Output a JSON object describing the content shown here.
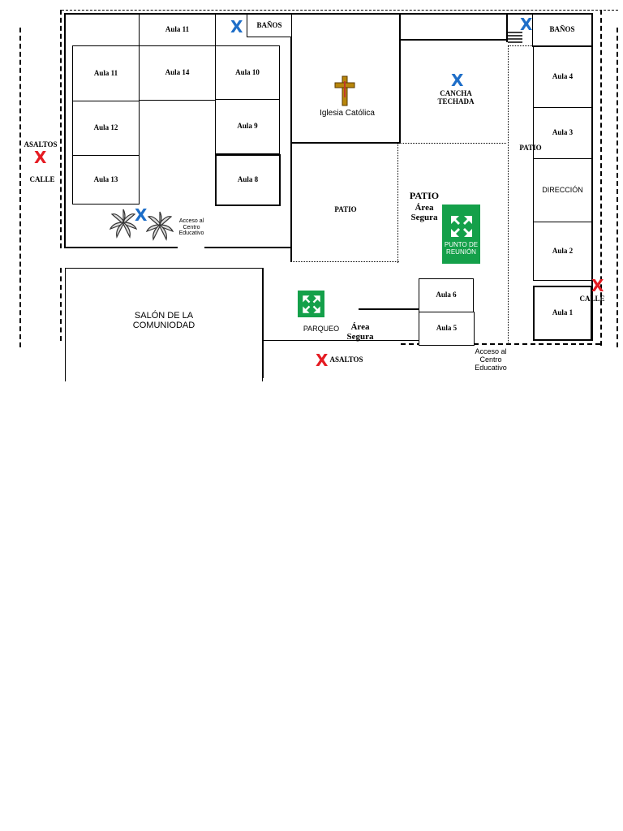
{
  "rooms": {
    "aula11_top": "Aula 11",
    "banos_left": "BAÑOS",
    "aula11": "Aula 11",
    "aula14": "Aula 14",
    "aula10": "Aula 10",
    "aula12": "Aula 12",
    "aula9": "Aula 9",
    "aula13": "Aula 13",
    "aula8": "Aula 8",
    "banos_right": "BAÑOS",
    "aula4": "Aula 4",
    "aula3": "Aula 3",
    "direccion": "DIRECCIÓN",
    "aula2": "Aula 2",
    "aula1": "Aula 1",
    "aula6": "Aula 6",
    "aula5": "Aula 5",
    "salon": "SALÓN DE LA COMUNIODAD"
  },
  "labels": {
    "iglesia": "Iglesia Católica",
    "cancha": "CANCHA TECHADA",
    "patio_center": "PATIO",
    "patio_right": "PATIO",
    "patio_area": "PATIO",
    "area_segura_1": "Área Segura",
    "area_segura_2": "Área Segura",
    "parqueo": "PARQUEO",
    "acceso_1": "Acceso al Centro Educativo",
    "acceso_2": "Acceso al Centro Educativo",
    "asaltos_left": "ASALTOS",
    "calle_left": "CALLE",
    "calle_right": "CALLE",
    "asaltos_bottom": "ASALTOS",
    "punto_reunion": "PUNTO DE REUNIÓN"
  },
  "markers": {
    "risk_symbol": "X",
    "risk_color": "#e51c23",
    "safe_symbol": "X",
    "safe_color": "#1e6ec8",
    "assembly_sign_color": "#14a04a",
    "icons": [
      "church-cross-icon",
      "palm-tree-icon",
      "assembly-point-icon",
      "stairs-icon"
    ]
  }
}
